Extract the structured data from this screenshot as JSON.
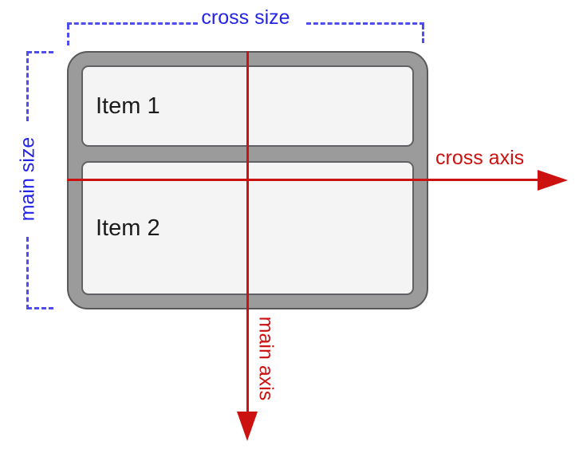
{
  "labels": {
    "cross_size": "cross size",
    "main_size": "main size",
    "cross_axis": "cross axis",
    "main_axis": "main axis"
  },
  "items": [
    {
      "label": "Item 1"
    },
    {
      "label": "Item 2"
    }
  ],
  "colors": {
    "blue_text": "#2424e8",
    "blue_dash": "#4d4df2",
    "red": "#cc1111",
    "container_fill": "#9b9b9b",
    "container_border": "#57585a",
    "item_fill": "#f4f4f4",
    "item_border": "#5f6164",
    "item_text": "#1b1b1b",
    "background": "#ffffff"
  }
}
